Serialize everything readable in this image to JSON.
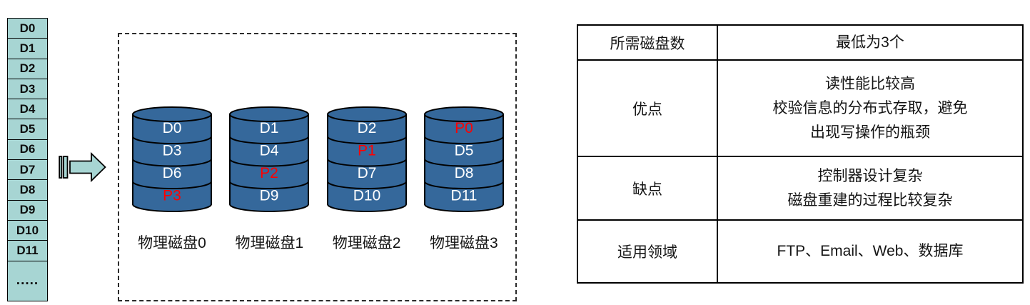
{
  "colors": {
    "teal": "#a7d5d3",
    "disk_blue": "#35689b",
    "parity_red": "#ff0000",
    "line": "#000000"
  },
  "stripe": {
    "blocks": [
      "D0",
      "D1",
      "D2",
      "D3",
      "D4",
      "D5",
      "D6",
      "D7",
      "D8",
      "D9",
      "D10",
      "D11"
    ],
    "more_label": "....."
  },
  "disk_array": {
    "disks": [
      {
        "label": "物理磁盘0",
        "blocks": [
          {
            "text": "D0",
            "parity": false
          },
          {
            "text": "D3",
            "parity": false
          },
          {
            "text": "D6",
            "parity": false
          },
          {
            "text": "P3",
            "parity": true
          }
        ]
      },
      {
        "label": "物理磁盘1",
        "blocks": [
          {
            "text": "D1",
            "parity": false
          },
          {
            "text": "D4",
            "parity": false
          },
          {
            "text": "P2",
            "parity": true
          },
          {
            "text": "D9",
            "parity": false
          }
        ]
      },
      {
        "label": "物理磁盘2",
        "blocks": [
          {
            "text": "D2",
            "parity": false
          },
          {
            "text": "P1",
            "parity": true
          },
          {
            "text": "D7",
            "parity": false
          },
          {
            "text": "D10",
            "parity": false
          }
        ]
      },
      {
        "label": "物理磁盘3",
        "blocks": [
          {
            "text": "P0",
            "parity": true
          },
          {
            "text": "D5",
            "parity": false
          },
          {
            "text": "D8",
            "parity": false
          },
          {
            "text": "D11",
            "parity": false
          }
        ]
      }
    ]
  },
  "table": {
    "rows": [
      {
        "header": "所需磁盘数",
        "lines": [
          "最低为3个"
        ]
      },
      {
        "header": "优点",
        "lines": [
          "读性能比较高",
          "校验信息的分布式存取，避免",
          "出现写操作的瓶颈"
        ]
      },
      {
        "header": "缺点",
        "lines": [
          "控制器设计复杂",
          "磁盘重建的过程比较复杂"
        ]
      },
      {
        "header": "适用领域",
        "lines": [
          "FTP、Email、Web、数据库"
        ]
      }
    ]
  }
}
